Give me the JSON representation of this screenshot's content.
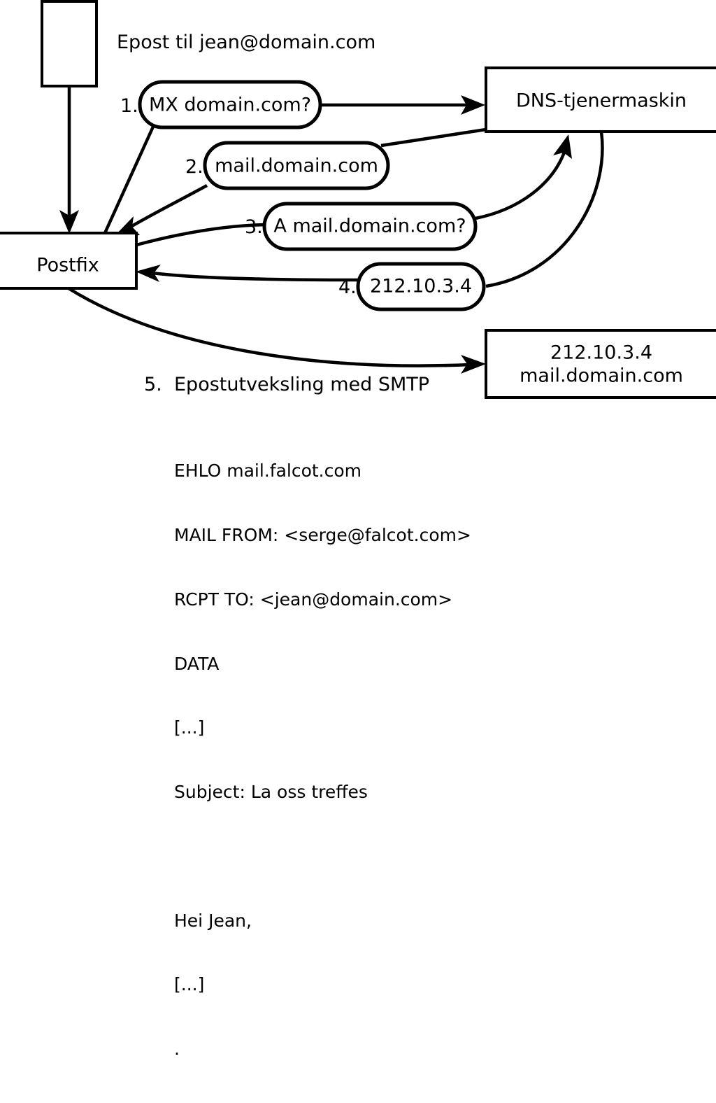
{
  "title": "Epost til jean@domain.com",
  "nodes": {
    "client": {
      "label": ""
    },
    "postfix": {
      "label": "Postfix"
    },
    "dns_server": {
      "label": "DNS-tjenermaskin"
    },
    "mail_server": {
      "line1": "212.10.3.4",
      "line2": "mail.domain.com"
    }
  },
  "steps": [
    {
      "num": "1.",
      "text": "MX domain.com?"
    },
    {
      "num": "2.",
      "text": "mail.domain.com"
    },
    {
      "num": "3.",
      "text": "A mail.domain.com?"
    },
    {
      "num": "4.",
      "text": "212.10.3.4"
    }
  ],
  "smtp_step": {
    "num": "5.",
    "text": "Epostutveksling med SMTP"
  },
  "smtp_transcript": [
    "EHLO mail.falcot.com",
    "MAIL FROM: <serge@falcot.com>",
    "RCPT TO: <jean@domain.com>",
    "DATA",
    "[...]",
    "Subject: La oss treffes",
    "",
    "Hei Jean,",
    "[...]",
    "."
  ],
  "colors": {
    "stroke": "#000000",
    "fill": "#ffffff",
    "background": "#ffffff"
  }
}
